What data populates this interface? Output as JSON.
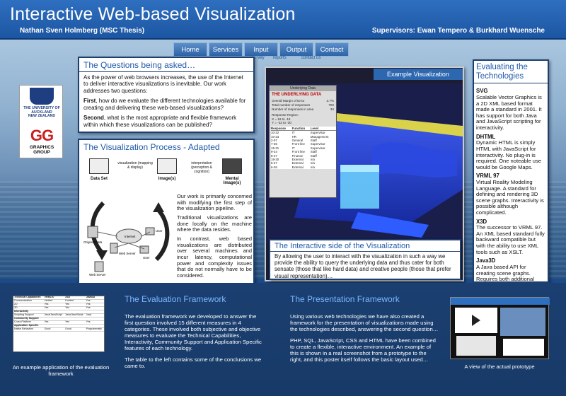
{
  "header": {
    "title": "Interactive Web-based Visualization",
    "author": "Nathan Sven Holmberg (MSC Thesis)",
    "supervisors": "Supervisors: Ewan Tempero & Burkhard Wuensche"
  },
  "nav": {
    "items": [
      "Home",
      "Services",
      "Input",
      "Output",
      "Contact"
    ],
    "subs": [
      "survey",
      "reports",
      "contact us"
    ]
  },
  "logos": {
    "university": "THE UNIVERSITY OF AUCKLAND",
    "country": "NEW ZEALAND",
    "gg": "GG",
    "group": "GRAPHICS GROUP"
  },
  "questions": {
    "title": "The Questions being asked…",
    "intro": "As the power of web browsers increases, the use of the Internet to deliver interactive visualizations is inevitable. Our work addresses two questions:",
    "first_label": "First",
    "first": ", how do we evaluate the different technologies available for creating and delivering these web-based visualizations?",
    "second_label": "Second",
    "second": ", what is the most appropriate and flexible framework within which these visualizations can be published?"
  },
  "process": {
    "title": "The Visualization Process - Adapted",
    "step1": "Data Set",
    "arrow1": "visualization (mapping & display)",
    "step2": "Image(s)",
    "arrow2": "interpretation (perception & cognition)",
    "step3": "Mental Image(s)",
    "net_labels": [
      "Original Data",
      "Web Server",
      "Internet",
      "User",
      "Web Server",
      "User"
    ],
    "p1": "Our work is primarily concerned with modifying the first step of the visualization pipeline.",
    "p2": "Traditional visualizations are done locally on the machine where the data resides.",
    "p3": "In contrast, web based visualizations are distributed over several machines and incur latency, computational power and complexity issues that do not normally have to be considered."
  },
  "visualization": {
    "tab": "Example Visualization",
    "window_title": "Underlying Data",
    "heading": "THE UNDERLYING DATA",
    "lines": [
      [
        "Overall  Margin of Error",
        "3.7%"
      ],
      [
        "Total number of responses",
        "702"
      ],
      [
        "Number of responses in area",
        "34"
      ]
    ],
    "region_label": "Response Region:",
    "region": [
      "X = 16   to -15",
      "Y = -22  to -30"
    ],
    "columns": [
      "Response",
      "Function",
      "Level"
    ],
    "rows": [
      [
        "10-22",
        "IT",
        "Supervisor"
      ],
      [
        "10-23",
        "HR",
        "Management"
      ],
      [
        "2-07",
        "General",
        "Staff"
      ],
      [
        "7-35",
        "Front line",
        "Supervisor"
      ],
      [
        "15-31",
        "IT",
        "Supervisor"
      ],
      [
        "9-24",
        "Front line",
        "Staff"
      ],
      [
        "8-27",
        "Finance",
        "Staff"
      ],
      [
        "19-30",
        "External",
        "n/a"
      ],
      [
        "5-27",
        "External",
        "n/a"
      ],
      [
        "6-26",
        "External",
        "n/a"
      ]
    ]
  },
  "interactive": {
    "title": "The Interactive side of the Visualization",
    "text": "By allowing the user to interact with the visualization in such a way we provide the ability to query the underlying data and thus cater for both sensate (those that like hard data) and creative people (those that prefer visual representation)…"
  },
  "technologies": {
    "title": "Evaluating the Technologies",
    "items": [
      {
        "name": "SVG",
        "text": "Scalable Vector Graphics is a 2D XML based format made a standard in 2001. It has support for both Java and JavaScript scripting for interactivity."
      },
      {
        "name": "DHTML",
        "text": "Dynamic HTML is simply HTML with JavaScript for interactivity. No plug-in is required. One noteable use would be Google Maps."
      },
      {
        "name": "VRML 97",
        "text": "Virtual Reality Modeling Language. A standard for defining and rendering 3D scene graphs. Interactivity is possible although complicated."
      },
      {
        "name": "X3D",
        "text": "The successor to VRML 97. An XML based standard fully backward compatible but with the ability to use XML tools such as XSLT."
      },
      {
        "name": "Java3D",
        "text": "A Java based API for creating scene graphs. Requires both additional downloads and programming experience to use. But far more flexible and powerful."
      }
    ]
  },
  "evaluation": {
    "title": "The Evaluation Framework",
    "p1": "The evaluation framework we developed to answer the first question involved 15 different measures in 4 categories. These involved both subjective and objective measures to evaluate the Technical Capabilities, Interactivity, Community Support and Application Specific features of each technology.",
    "p2": "The table to the left contains some of the conclusions we came to.",
    "caption": "An example application of the evaluation framework",
    "table_head": [
      "Technical Capabilities",
      "VRML97",
      "X3D",
      "Java3D"
    ],
    "table_rows": [
      [
        "Communication",
        "Limited",
        "Limited",
        "Yes"
      ],
      [
        "2D",
        "Yes",
        "Yes",
        "Yes"
      ],
      [
        "3D",
        "Yes",
        "Yes",
        "Yes"
      ],
      [
        "Interactivity",
        "",
        "",
        ""
      ],
      [
        "Scripting Support",
        "Java/JavaScript",
        "Java/JavaScript",
        "Java"
      ],
      [
        "Community Support",
        "",
        "",
        ""
      ],
      [
        "Cross Platform",
        "Yes",
        "Yes",
        "Yes"
      ],
      [
        "Application Specific",
        "",
        "",
        ""
      ],
      [
        "Native Behaviors",
        "Good",
        "Good",
        "Programmatic"
      ]
    ]
  },
  "presentation": {
    "title": "The Presentation Framework",
    "p1": "Using various web technologies we have also created a framework for the presentation of visualizations made using the technologies described, answering the second question…",
    "p2": "PHP, SQL, JavaScript, CSS and HTML have been combined to create a flexible, interactive environment. An example of this is shown in a real screenshot from a prototype to the right, and this poster itself follows the basic layout used…",
    "caption": "A view of the actual prototype"
  },
  "colors": {
    "header_blue": "#1f5aa8",
    "title_accent": "#7ab6ff",
    "surface_blue": "#2a4fd8",
    "surface_yellow": "#d9d24a"
  }
}
